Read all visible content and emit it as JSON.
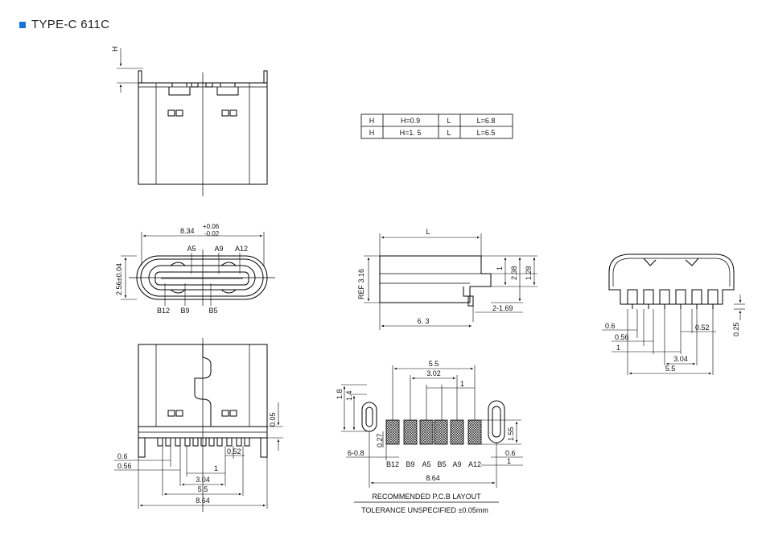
{
  "title": "TYPE-C 611C",
  "colors": {
    "title_marker": "#1a73d9",
    "line": "#000000"
  },
  "height_table": [
    [
      "H",
      "H=0.9",
      "L",
      "L=6.8"
    ],
    [
      "H",
      "H=1. 5",
      "L",
      "L=6.5"
    ]
  ],
  "top_view": {
    "h_label": "H"
  },
  "front_view": {
    "width": "8.34",
    "tol_plus": "+0.06",
    "tol_minus": "-0.02",
    "height": "2.56±0.04",
    "pins_top": [
      "A5",
      "A9",
      "A12"
    ],
    "pins_bottom": [
      "B12",
      "B9",
      "B5"
    ]
  },
  "side_view": {
    "l_label": "L",
    "ref": "REF 3.16",
    "d1": "1",
    "d2": "2.38",
    "d3": "1.28",
    "d4": "2-1.69",
    "d5": "6. 3"
  },
  "end_view": {
    "d06": "0.6",
    "d056": "0.56",
    "d1": "1",
    "d052": "0.52",
    "d304": "3.04",
    "d55": "5.5",
    "d025": "0.25"
  },
  "bottom_view": {
    "d005": "0.05",
    "d06": "0.6",
    "d056": "0.56",
    "d052": "0.52",
    "d1": "1",
    "d304": "3.04",
    "d55": "5.5",
    "d864": "8.64"
  },
  "pcb": {
    "d55": "5.5",
    "d302": "3.02",
    "d1": "1",
    "d18": "1.8",
    "d14": "1.4",
    "d027": "0.27",
    "d155": "1.55",
    "d608": "6-0.8",
    "d06": "0.6",
    "d1b": "1",
    "d864": "8.64",
    "pins": [
      "B12",
      "B9",
      "A5",
      "B5",
      "A9",
      "A12"
    ],
    "layout_label": "RECOMMENDED  P.C.B LAYOUT",
    "tolerance": "TOLERANCE UNSPECIFIED ±0.05mm"
  }
}
